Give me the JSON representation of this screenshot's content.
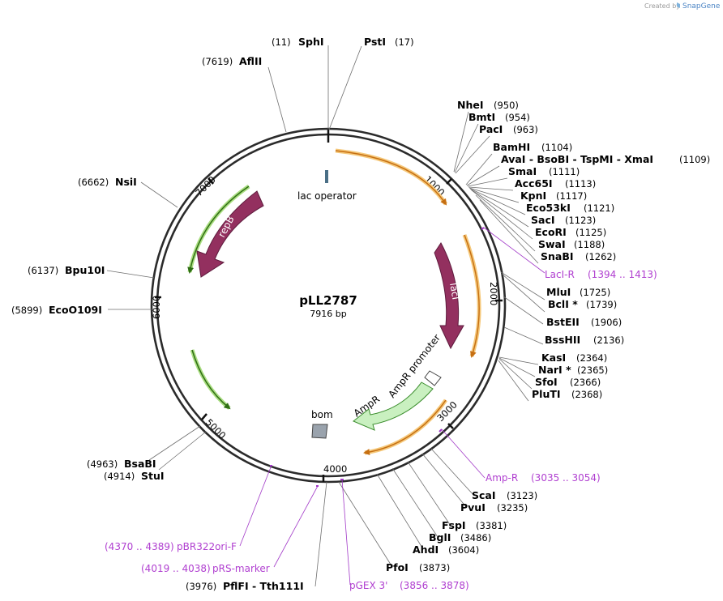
{
  "credit": {
    "text": "Created by",
    "brand": "SnapGene"
  },
  "plasmid": {
    "name": "pLL2787",
    "size_label": "7916 bp"
  },
  "ticks": [
    "1000",
    "2000",
    "3000",
    "4000",
    "5000",
    "6000",
    "7000"
  ],
  "features": {
    "lac_operator": "lac operator",
    "repB": "repB",
    "lacI": "lacI",
    "AmpR": "AmpR",
    "AmpR_promoter": "AmpR promoter",
    "bom": "bom"
  },
  "sites": [
    {
      "name": "SphI",
      "pos": "(11)"
    },
    {
      "name": "PstI",
      "pos": "(17)"
    },
    {
      "name": "AflII",
      "pos": "(7619)"
    },
    {
      "name": "NheI",
      "pos": "(950)"
    },
    {
      "name": "BmtI",
      "pos": "(954)"
    },
    {
      "name": "PacI",
      "pos": "(963)"
    },
    {
      "name": "BamHI",
      "pos": "(1104)"
    },
    {
      "name": "AvaI",
      "pos": "(1109)",
      "extra": [
        "BsoBI",
        "TspMI",
        "XmaI"
      ]
    },
    {
      "name": "SmaI",
      "pos": "(1111)"
    },
    {
      "name": "Acc65I",
      "pos": "(1113)"
    },
    {
      "name": "KpnI",
      "pos": "(1117)"
    },
    {
      "name": "Eco53kI",
      "pos": "(1121)"
    },
    {
      "name": "SacI",
      "pos": "(1123)"
    },
    {
      "name": "EcoRI",
      "pos": "(1125)"
    },
    {
      "name": "SwaI",
      "pos": "(1188)"
    },
    {
      "name": "SnaBI",
      "pos": "(1262)"
    },
    {
      "name": "MluI",
      "pos": "(1725)"
    },
    {
      "name": "BclI *",
      "pos": "(1739)"
    },
    {
      "name": "BstEII",
      "pos": "(1906)"
    },
    {
      "name": "BssHII",
      "pos": "(2136)"
    },
    {
      "name": "KasI",
      "pos": "(2364)"
    },
    {
      "name": "NarI *",
      "pos": "(2365)"
    },
    {
      "name": "SfoI",
      "pos": "(2366)"
    },
    {
      "name": "PluTI",
      "pos": "(2368)"
    },
    {
      "name": "ScaI",
      "pos": "(3123)"
    },
    {
      "name": "PvuI",
      "pos": "(3235)"
    },
    {
      "name": "FspI",
      "pos": "(3381)"
    },
    {
      "name": "BglI",
      "pos": "(3486)"
    },
    {
      "name": "AhdI",
      "pos": "(3604)"
    },
    {
      "name": "PfoI",
      "pos": "(3873)"
    },
    {
      "name": "PflFI",
      "pos": "(3976)",
      "extra": [
        "Tth111I"
      ]
    },
    {
      "name": "StuI",
      "pos": "(4914)"
    },
    {
      "name": "BsaBI",
      "pos": "(4963)"
    },
    {
      "name": "EcoO109I",
      "pos": "(5899)"
    },
    {
      "name": "Bpu10I",
      "pos": "(6137)"
    },
    {
      "name": "NsiI",
      "pos": "(6662)"
    }
  ],
  "primers": [
    {
      "name": "LacI-R",
      "range": "(1394 .. 1413)"
    },
    {
      "name": "Amp-R",
      "range": "(3035 .. 3054)"
    },
    {
      "name": "pGEX 3'",
      "range": "(3856 .. 3878)"
    },
    {
      "name": "pRS-marker",
      "range": "(4019 .. 4038)"
    },
    {
      "name": "pBR322ori-F",
      "range": "(4370 .. 4389)"
    }
  ],
  "colors": {
    "backbone": "#2b2b2b",
    "feature": "#93305f",
    "ampr_fill": "#c9f0c0",
    "ampr_stroke": "#3a8d2c",
    "orf_orange": "#f0a824",
    "orf_green": "#56b72a",
    "primer": "#a23ac8",
    "bom": "#9aa3ad"
  }
}
